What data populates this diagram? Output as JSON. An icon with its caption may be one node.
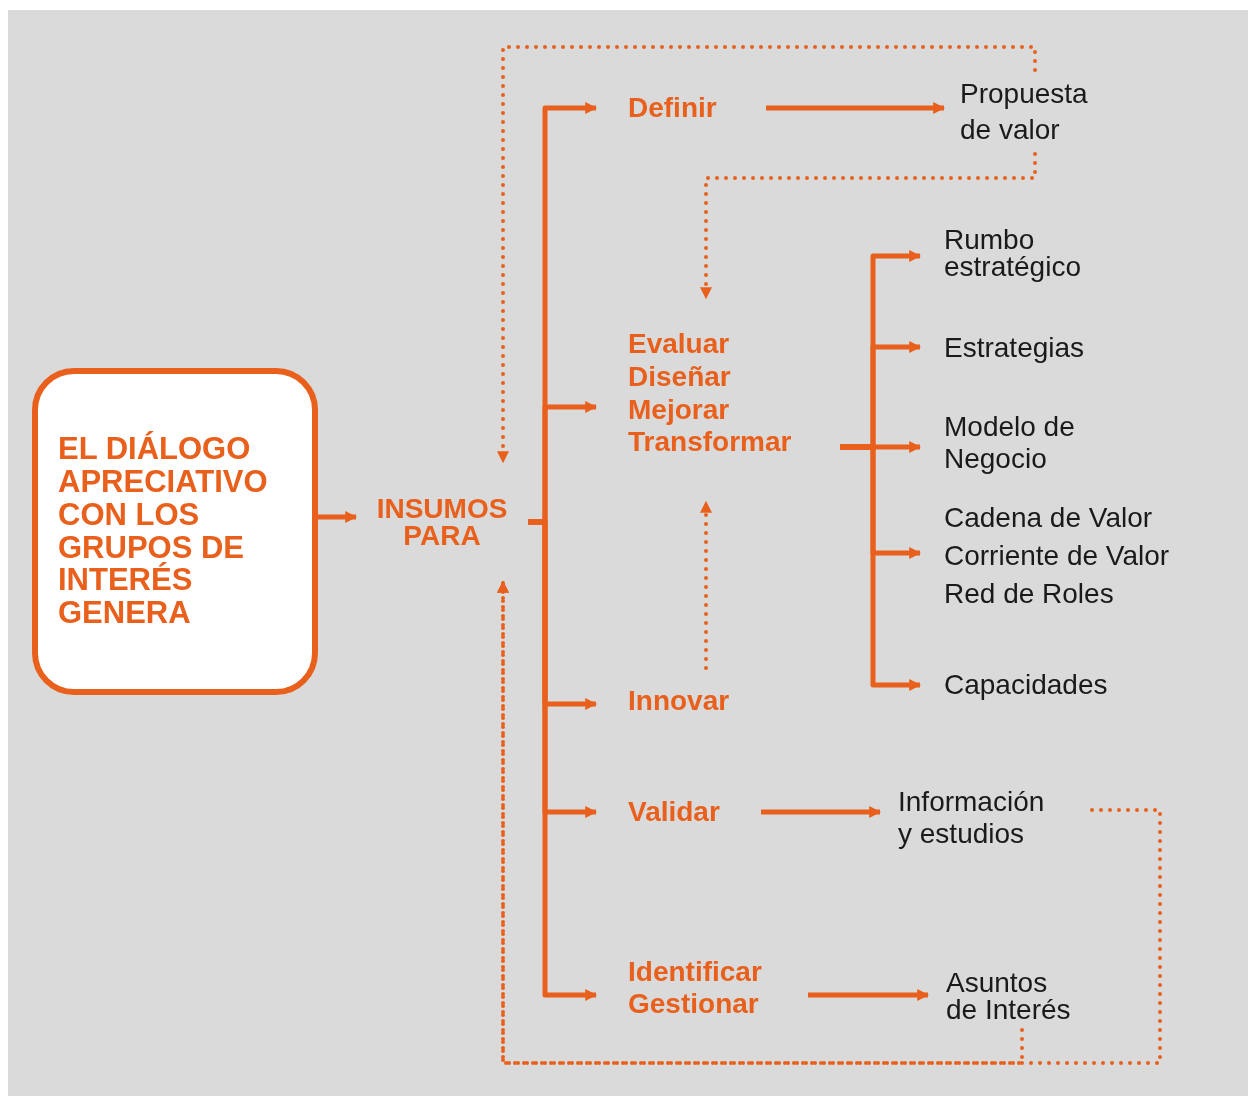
{
  "diagram": {
    "nodes": [
      {
        "text": [
          "EL DIÁLOGO APRECIATIVO CON LOS GRUPOS DE INTERÉS GENERA"
        ]
      },
      {
        "text": [
          "INSUMOS PARA"
        ]
      },
      {
        "text": [
          "Definir"
        ]
      },
      {
        "text": [
          "Propuesta de valor"
        ]
      },
      {
        "text": [
          "Evaluar",
          "Diseñar",
          "Mejorar",
          "Transformar"
        ]
      },
      {
        "text": [
          "Rumbo estratégico"
        ]
      },
      {
        "text": [
          "Estrategias"
        ]
      },
      {
        "text": [
          "Modelo de Negocio"
        ]
      },
      {
        "text": [
          "Cadena de Valor",
          "Corriente de Valor",
          "Red de Roles"
        ]
      },
      {
        "text": [
          "Capacidades"
        ]
      },
      {
        "text": [
          "Innovar"
        ]
      },
      {
        "text": [
          "Validar"
        ]
      },
      {
        "text": [
          "Información y estudios"
        ]
      },
      {
        "text": [
          "Identificar",
          "Gestionar"
        ]
      },
      {
        "text": [
          "Asuntos de Interés"
        ]
      }
    ],
    "edges": [
      {
        "from": 0,
        "to": 1,
        "arrow": "to"
      },
      {
        "from": 1,
        "to": 2,
        "arrow": "to"
      },
      {
        "from": 1,
        "to": 4,
        "arrow": "to"
      },
      {
        "from": 1,
        "to": 10,
        "arrow": "to"
      },
      {
        "from": 1,
        "to": 11,
        "arrow": "to"
      },
      {
        "from": 1,
        "to": 13,
        "arrow": "to"
      },
      {
        "from": 2,
        "to": 3,
        "arrow": "to"
      },
      {
        "from": 3,
        "to": 1,
        "arrow": "to",
        "style": "dashed"
      },
      {
        "from": 3,
        "to": 4,
        "arrow": "to",
        "style": "dashed"
      },
      {
        "from": 10,
        "to": 4,
        "arrow": "to",
        "style": "dashed"
      },
      {
        "from": 4,
        "to": 5,
        "arrow": "to"
      },
      {
        "from": 4,
        "to": 6,
        "arrow": "to"
      },
      {
        "from": 4,
        "to": 7,
        "arrow": "to"
      },
      {
        "from": 4,
        "to": 8,
        "arrow": "to"
      },
      {
        "from": 4,
        "to": 9,
        "arrow": "to"
      },
      {
        "from": 11,
        "to": 12,
        "arrow": "to"
      },
      {
        "from": 12,
        "to": 1,
        "arrow": "to",
        "style": "dashed"
      },
      {
        "from": 14,
        "to": 1,
        "arrow": "to",
        "style": "dashed"
      },
      {
        "from": 13,
        "to": 14,
        "arrow": "to"
      }
    ]
  }
}
